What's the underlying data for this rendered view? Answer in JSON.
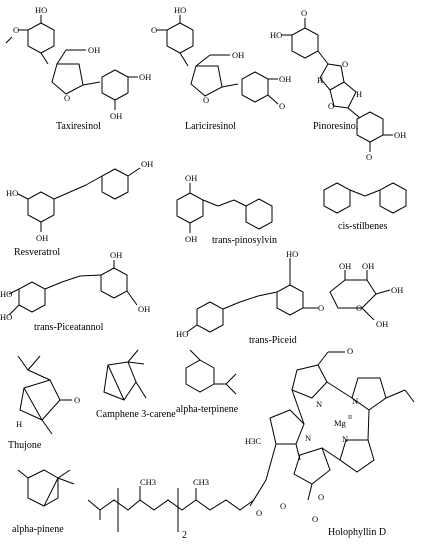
{
  "compounds": {
    "taxiresinol": {
      "name": "Taxiresinol",
      "atoms": [
        "HO",
        "O",
        "OH",
        "OH",
        "O",
        "OH"
      ]
    },
    "lariciresinol": {
      "name": "Lariciresinol",
      "atoms": [
        "HO",
        "O",
        "OH",
        "OH",
        "O",
        "O"
      ]
    },
    "pinoresinol": {
      "name": "Pinoresinol",
      "atoms": [
        "O",
        "HO",
        "H",
        "O",
        "O",
        "H",
        "OH",
        "O"
      ]
    },
    "resveratrol": {
      "name": "Resveratrol",
      "atoms": [
        "OH",
        "HO",
        "OH"
      ]
    },
    "pinosylvin": {
      "name": "trans-pinosylvin",
      "atoms": [
        "OH",
        "OH"
      ]
    },
    "stilbenes": {
      "name": "cis-stilbenes"
    },
    "piceatannol": {
      "name": "trans-Piceatannol",
      "atoms": [
        "OH",
        "HO",
        "HO",
        "OH"
      ]
    },
    "piceid": {
      "name": "trans-Piceid",
      "atoms": [
        "HO",
        "O",
        "O",
        "OH",
        "OH",
        "OH",
        "OH",
        "HO"
      ]
    },
    "thujone": {
      "name": "Thujone",
      "atoms": [
        "O",
        "H"
      ]
    },
    "camphene": {
      "name": "Camphene 3-carene"
    },
    "terpinene": {
      "name": "alpha-terpinene"
    },
    "holophyllin": {
      "name": "Holophyllin D",
      "atoms": [
        "O",
        "N",
        "N",
        "Mg",
        "II",
        "N",
        "N",
        "H3C",
        "O",
        "O",
        "O",
        "O",
        "CH3",
        "CH3",
        "2"
      ]
    },
    "pinene": {
      "name": "alpha-pinene"
    }
  }
}
